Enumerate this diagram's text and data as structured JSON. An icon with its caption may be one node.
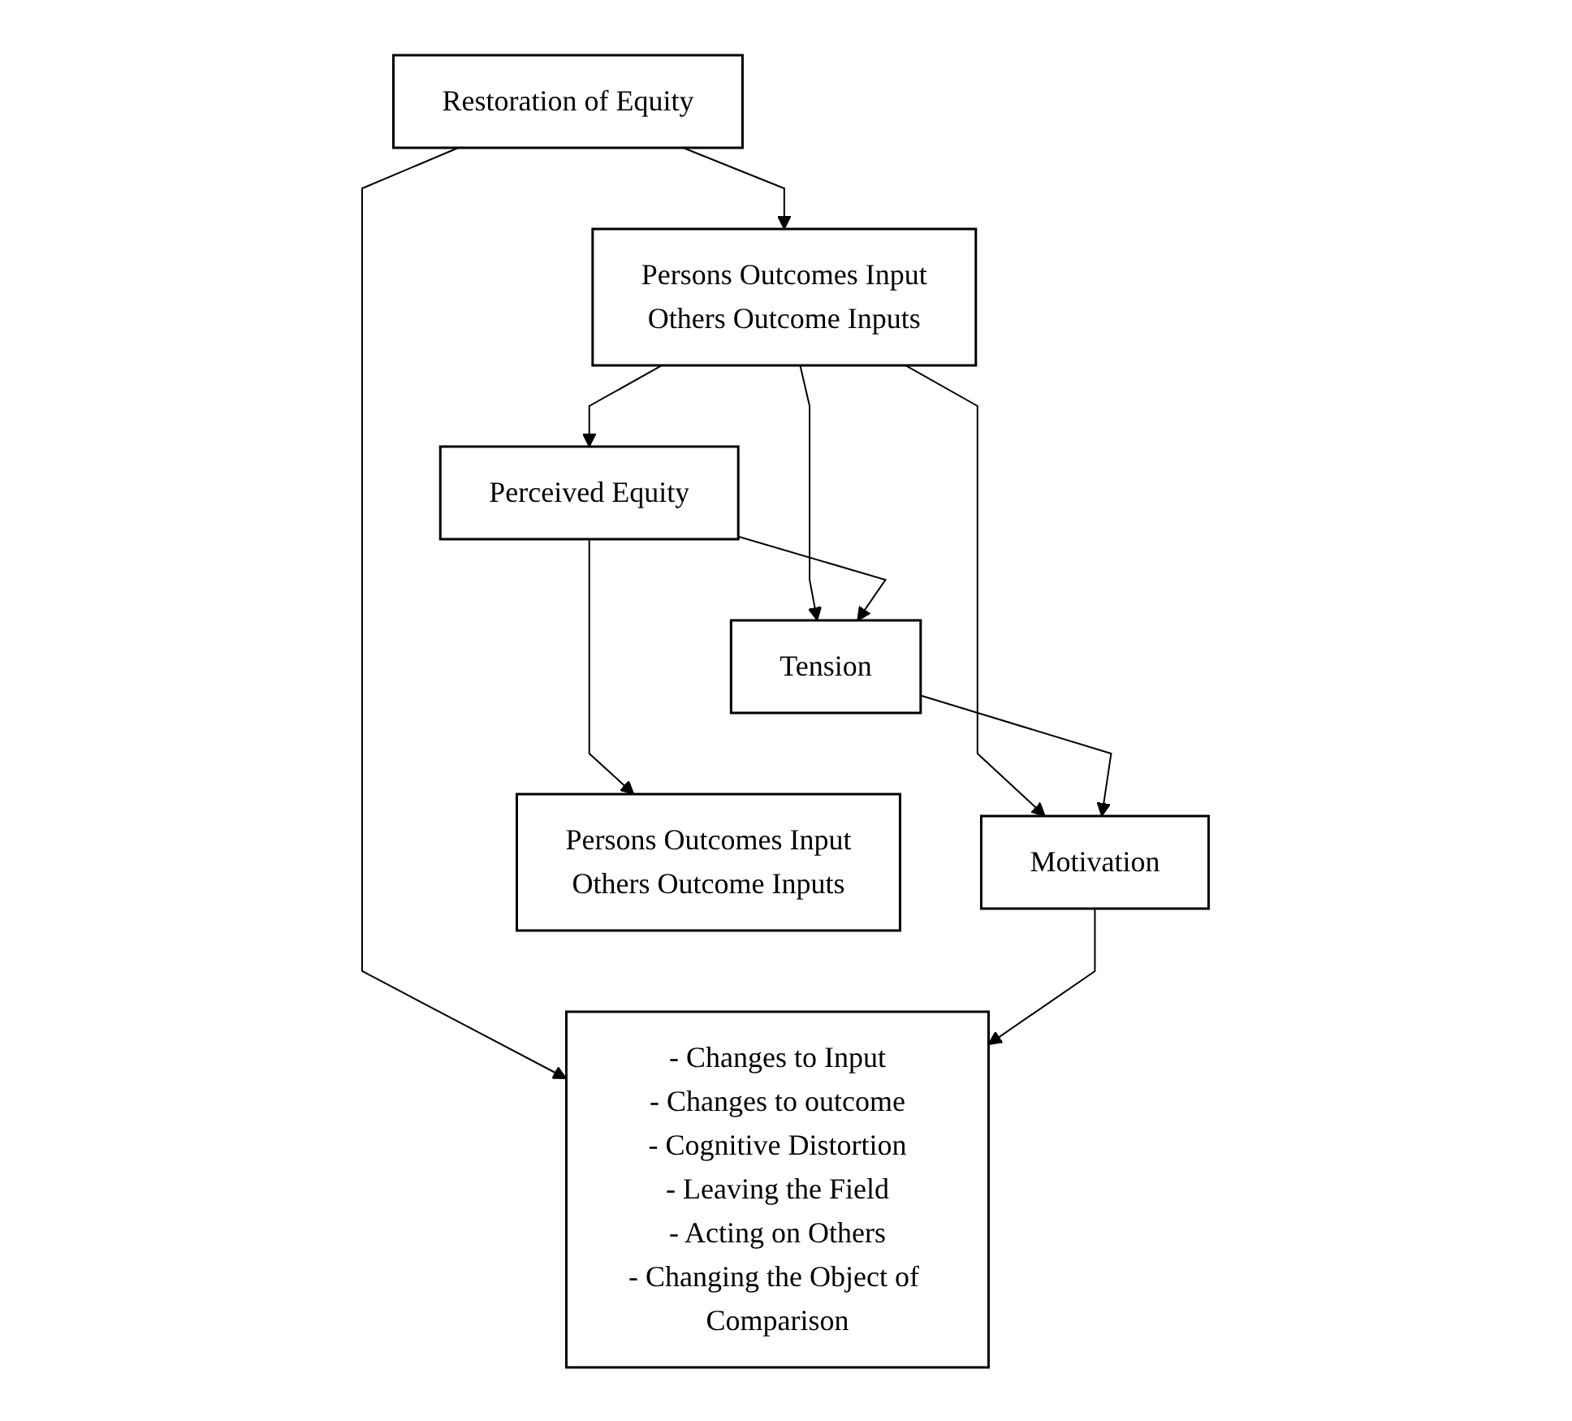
{
  "diagram": {
    "nodes": [
      {
        "text": [
          "Restoration of Equity"
        ]
      },
      {
        "text": [
          "Persons Outcomes Input",
          "Others Outcome Inputs"
        ]
      },
      {
        "text": [
          "- Changes to Input",
          "- Changes to outcome",
          "- Cognitive Distortion",
          "- Leaving the Field",
          "- Acting on Others",
          "- Changing the Object of Comparison"
        ]
      },
      {
        "text": [
          "Tension"
        ]
      },
      {
        "text": [
          "Perceived Equity"
        ]
      },
      {
        "text": [
          "Motivation"
        ]
      },
      {
        "text": [
          "Persons Outcomes Input",
          "Others Outcome Inputs"
        ]
      }
    ],
    "edges": [
      {
        "from": 0,
        "to": 1,
        "arrow": "to"
      },
      {
        "from": 0,
        "to": 2,
        "arrow": "to"
      },
      {
        "from": 1,
        "to": 4,
        "arrow": "to"
      },
      {
        "from": 1,
        "to": 3,
        "arrow": "to"
      },
      {
        "from": 1,
        "to": 5,
        "arrow": "to"
      },
      {
        "from": 4,
        "to": 3,
        "arrow": "to"
      },
      {
        "from": 3,
        "to": 5,
        "arrow": "to"
      },
      {
        "from": 5,
        "to": 2,
        "arrow": "to"
      },
      {
        "from": 4,
        "to": 6,
        "arrow": "to"
      }
    ]
  }
}
